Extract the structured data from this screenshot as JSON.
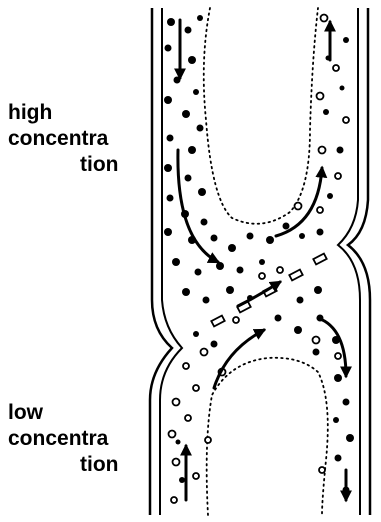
{
  "labels": {
    "high": [
      "high",
      "concentra",
      "tion"
    ],
    "low": [
      "low",
      "concentra",
      "tion"
    ]
  },
  "colors": {
    "ink": "#000000",
    "background": "#ffffff"
  },
  "particles": {
    "solid": "solid-dot",
    "hollow": "hollow-circle",
    "channel": "rectangular-pore"
  }
}
